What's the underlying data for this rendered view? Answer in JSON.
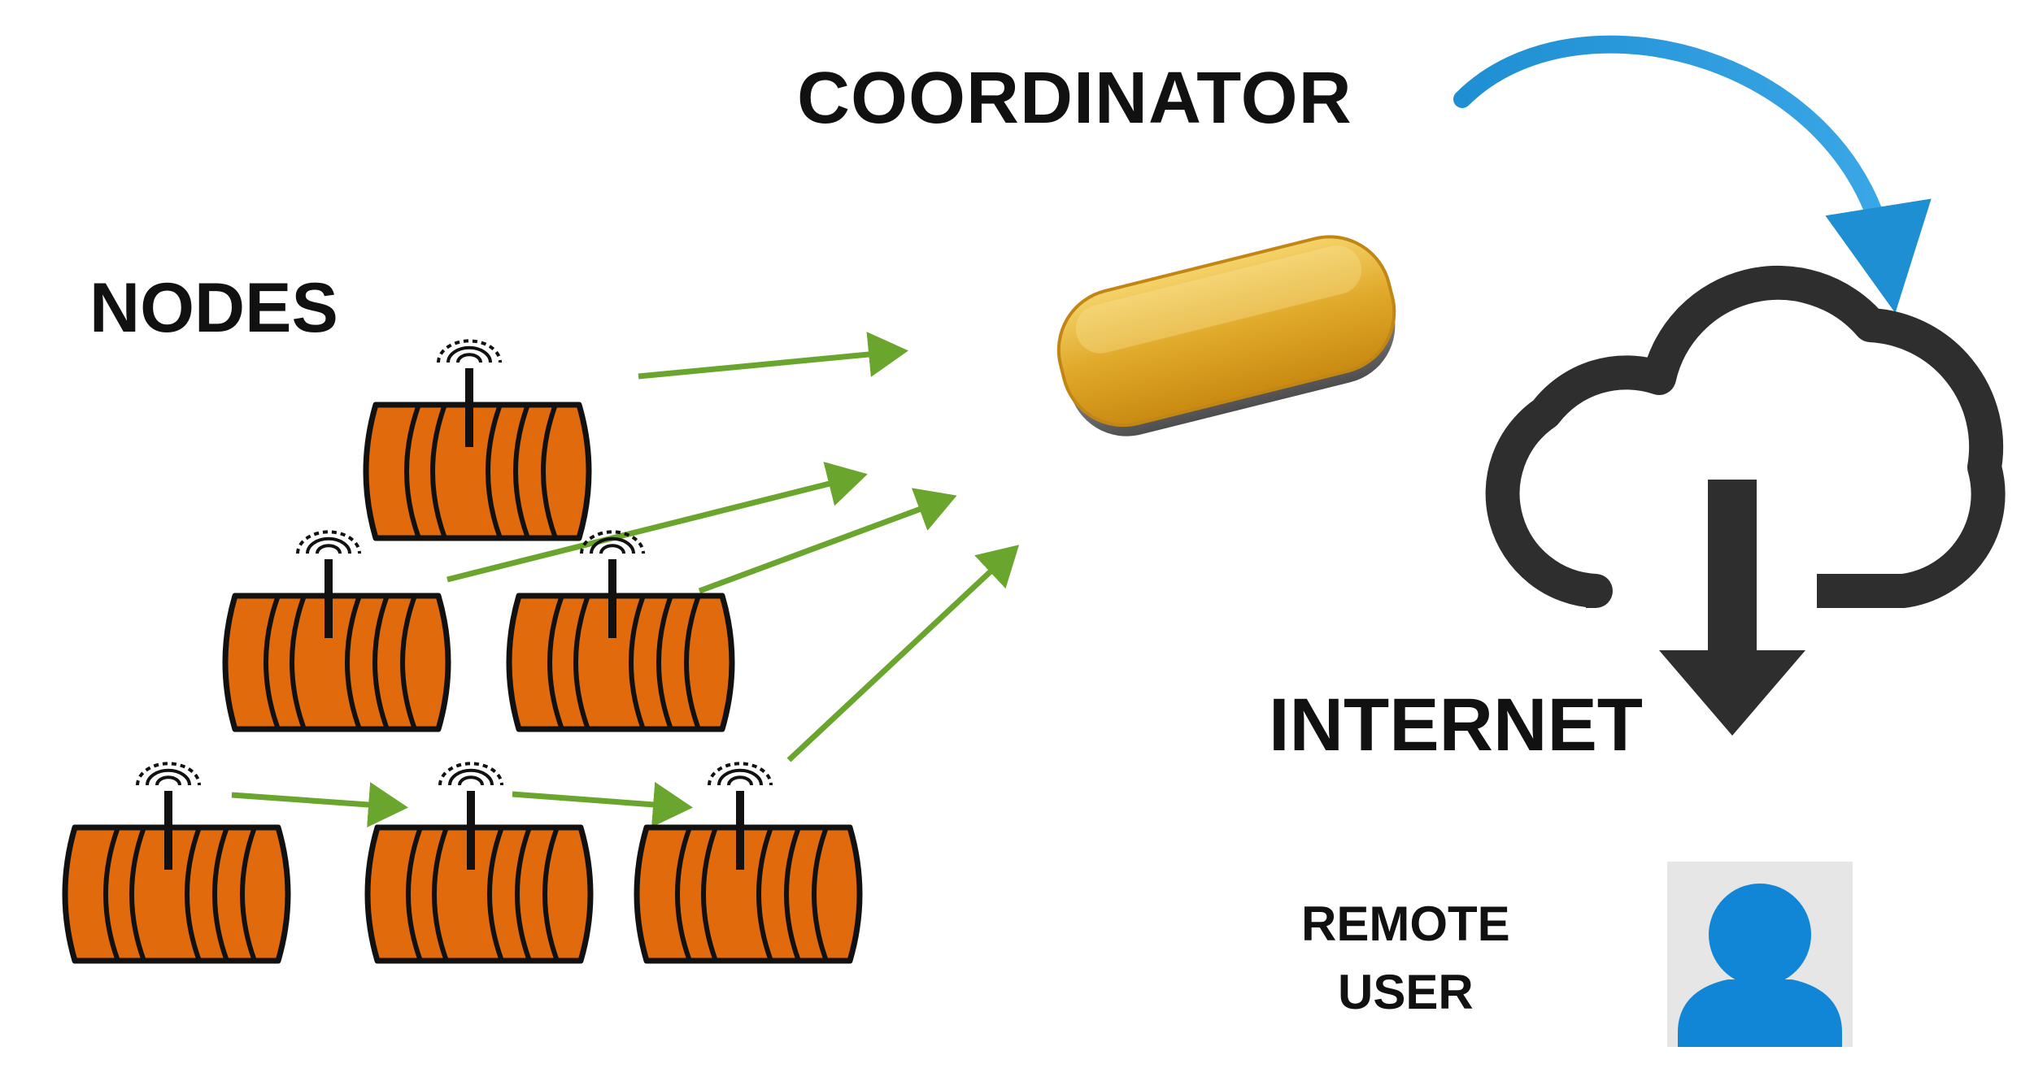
{
  "labels": {
    "coordinator": "COORDINATOR",
    "nodes": "NODES",
    "internet": "INTERNET",
    "remote_line1": "REMOTE",
    "remote_line2": "USER"
  },
  "colors": {
    "barrel_fill": "#e06a0c",
    "barrel_stroke": "#111111",
    "link_green": "#6aa52e",
    "coordinator_gold": "#e0a92a",
    "cloud_stroke": "#2e2e2e",
    "sync_arrow_blue": "#1f8fd3",
    "user_blue": "#1286d6",
    "user_bg": "#e6e6e6"
  },
  "icons": {
    "node": "barrel-sensor-icon",
    "signal": "wifi-signal-icon",
    "coordinator": "coordinator-device-icon",
    "internet": "cloud-download-icon",
    "user": "user-avatar-icon"
  }
}
